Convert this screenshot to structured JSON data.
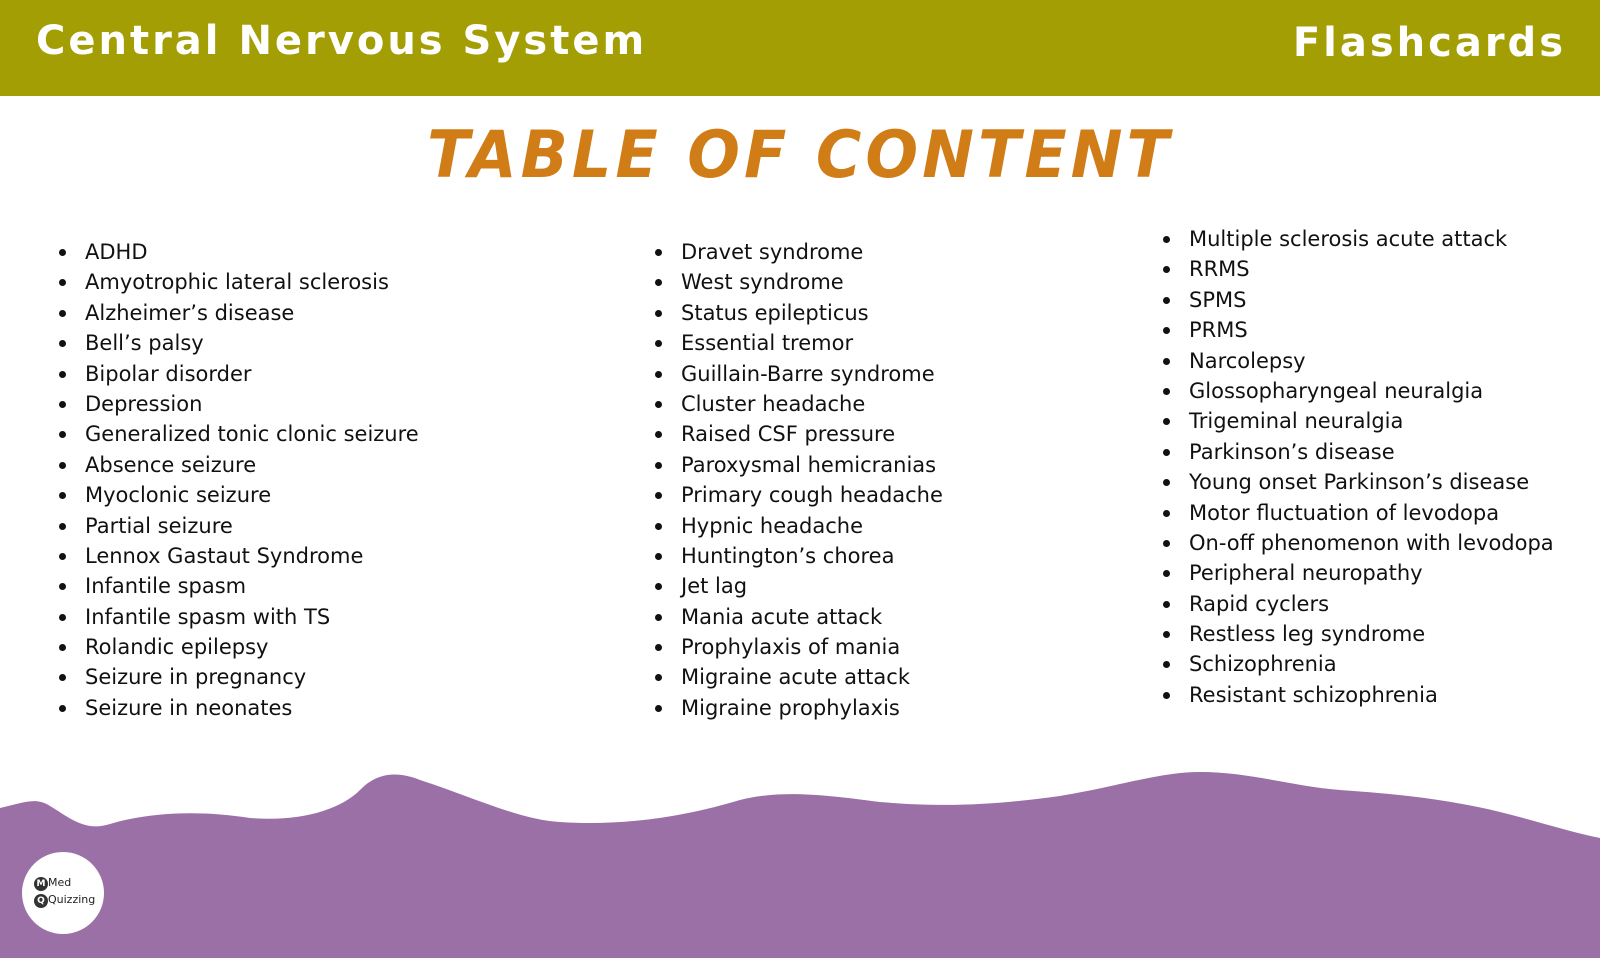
{
  "header": {
    "left_title": "Central Nervous System",
    "right_title": "Flashcards"
  },
  "title": "TABLE OF CONTENT",
  "columns": [
    [
      "ADHD",
      "Amyotrophic lateral sclerosis",
      "Alzheimer’s disease",
      "Bell’s palsy",
      "Bipolar disorder",
      "Depression",
      "Generalized tonic clonic seizure",
      "Absence seizure",
      "Myoclonic seizure",
      "Partial seizure",
      "Lennox Gastaut Syndrome",
      "Infantile spasm",
      "Infantile spasm with TS",
      "Rolandic epilepsy",
      "Seizure in pregnancy",
      "Seizure in neonates"
    ],
    [
      "Dravet syndrome",
      "West syndrome",
      "Status epilepticus",
      "Essential tremor",
      "Guillain-Barre syndrome",
      "Cluster headache",
      "Raised CSF pressure",
      "Paroxysmal hemicranias",
      "Primary cough headache",
      "Hypnic headache",
      "Huntington’s chorea",
      "Jet lag",
      "Mania acute attack",
      "Prophylaxis of mania",
      "Migraine acute attack",
      "Migraine prophylaxis"
    ],
    [
      "Multiple sclerosis acute attack",
      "RRMS",
      "SPMS",
      "PRMS",
      "Narcolepsy",
      "Glossopharyngeal neuralgia",
      "Trigeminal neuralgia",
      "Parkinson’s disease",
      "Young onset Parkinson’s disease",
      "Motor fluctuation of levodopa",
      "On-off phenomenon with levodopa",
      "Peripheral neuropathy",
      "Rapid cyclers",
      "Restless leg syndrome",
      "Schizophrenia",
      "Resistant schizophrenia"
    ]
  ],
  "logo": {
    "line1": "Med",
    "line2": "Quizzing"
  },
  "colors": {
    "header": "#a39e04",
    "title": "#d07d17",
    "wave": "#9b70a6"
  }
}
